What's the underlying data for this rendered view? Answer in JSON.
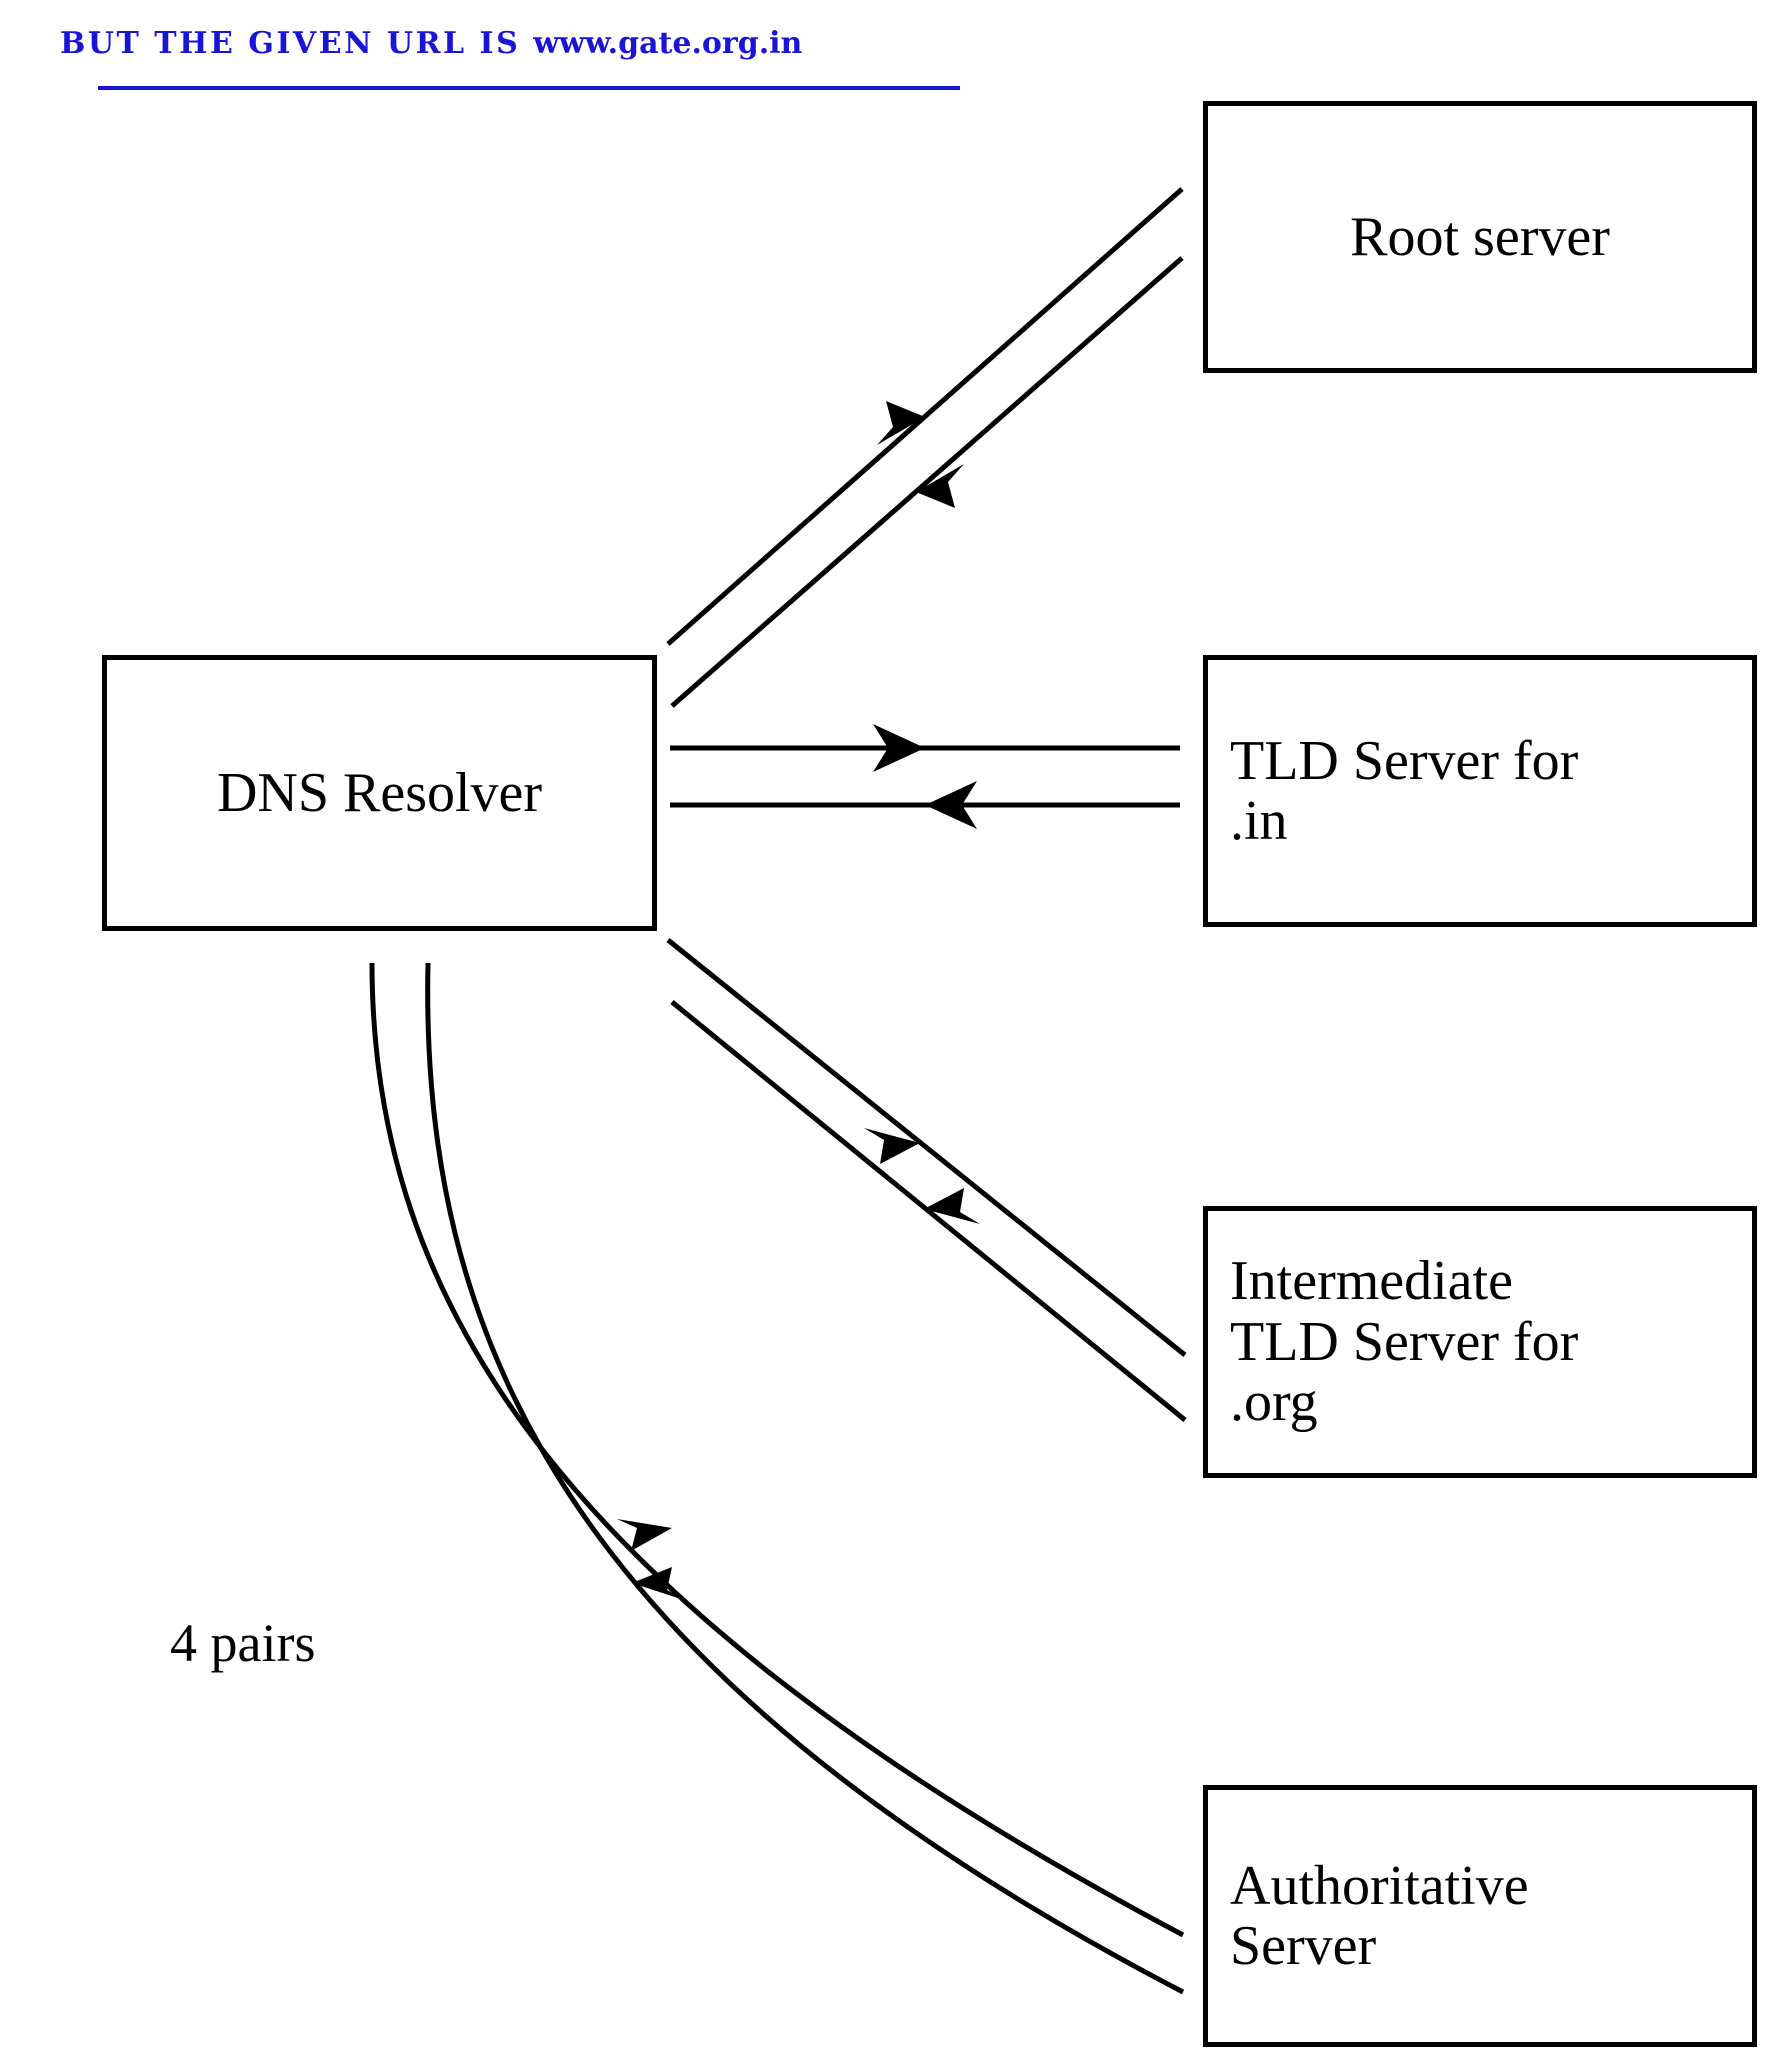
{
  "header": {
    "prefix": "BUT THE GIVEN URL IS ",
    "url": "www.gate.org.in",
    "full_text": "BUT THE GIVEN URL IS www.gate.org.in",
    "color": "#1a14d6",
    "underline": true
  },
  "diagram": {
    "title": "DNS iterative resolution for www.gate.org.in",
    "background": "#ffffff",
    "line_color": "#000000",
    "nodes": [
      {
        "id": "resolver",
        "label": "DNS Resolver",
        "align": "center"
      },
      {
        "id": "root",
        "label": "Root server",
        "align": "center"
      },
      {
        "id": "tld",
        "label": "TLD Server for\n.in",
        "align": "left"
      },
      {
        "id": "intermediate",
        "label": "Intermediate\nTLD Server for\n.org",
        "align": "left"
      },
      {
        "id": "authoritative",
        "label": "Authoritative\nServer",
        "align": "left"
      }
    ],
    "connections": [
      {
        "from": "resolver",
        "to": "root",
        "style": "straight-diagonal",
        "directions": [
          "query-out",
          "reply-in"
        ]
      },
      {
        "from": "resolver",
        "to": "tld",
        "style": "straight-horizontal",
        "directions": [
          "query-out",
          "reply-in"
        ]
      },
      {
        "from": "resolver",
        "to": "intermediate",
        "style": "straight-diagonal",
        "directions": [
          "query-out",
          "reply-in"
        ]
      },
      {
        "from": "resolver",
        "to": "authoritative",
        "style": "curved",
        "directions": [
          "query-out",
          "reply-in"
        ]
      }
    ],
    "annotation": "4 pairs"
  }
}
